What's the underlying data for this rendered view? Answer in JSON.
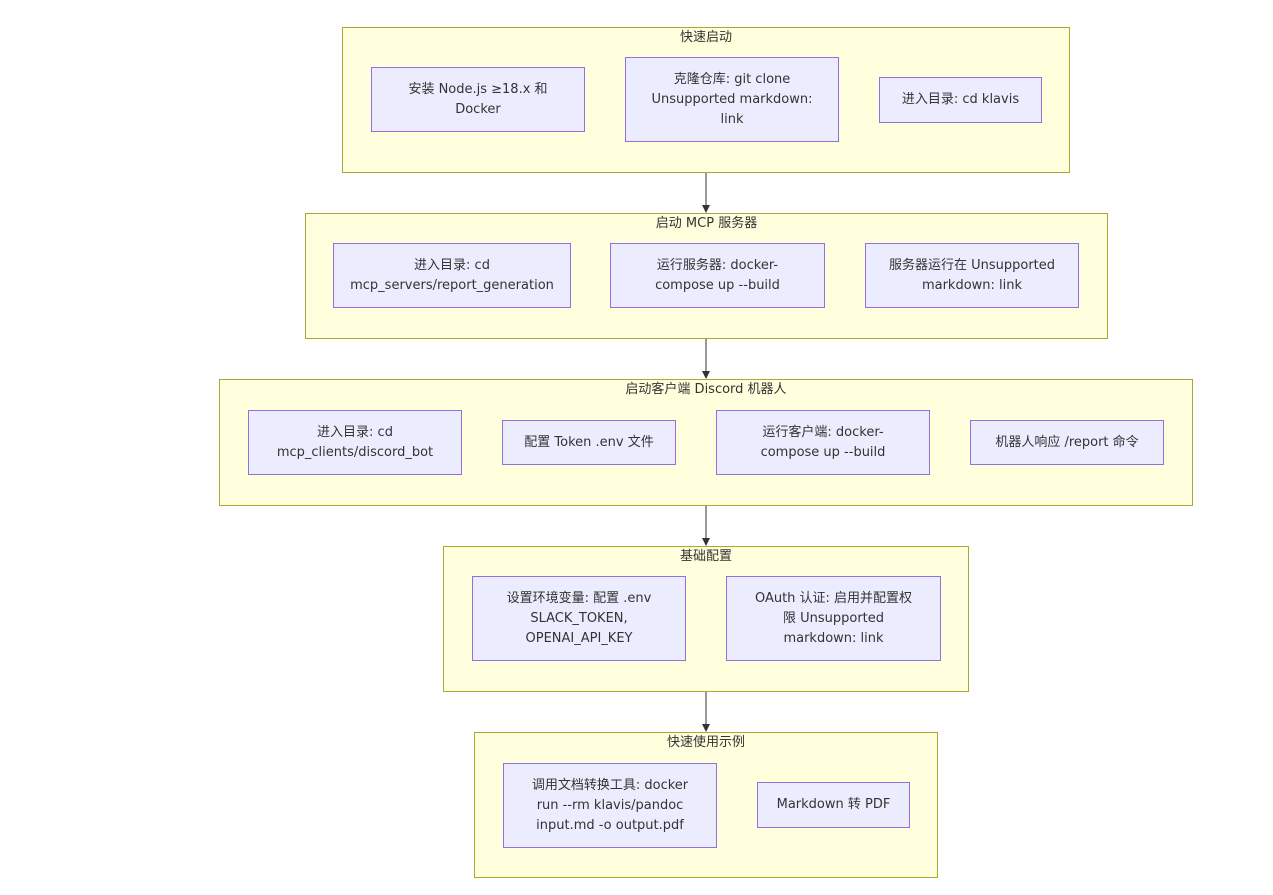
{
  "clusters": {
    "quick_start": {
      "title": "快速启动",
      "nodes": [
        "安装 Node.js ≥18.x 和\nDocker",
        "克隆仓库: git clone\nUnsupported markdown:\nlink",
        "进入目录: cd klavis"
      ]
    },
    "start_mcp": {
      "title": "启动 MCP 服务器",
      "nodes": [
        "进入目录: cd\nmcp_servers/report_generation",
        "运行服务器: docker-\ncompose up --build",
        "服务器运行在 Unsupported\nmarkdown: link"
      ]
    },
    "start_client": {
      "title": "启动客户端 Discord 机器人",
      "nodes": [
        "进入目录: cd\nmcp_clients/discord_bot",
        "配置 Token .env 文件",
        "运行客户端: docker-\ncompose up --build",
        "机器人响应 /report 命令"
      ]
    },
    "basic_config": {
      "title": "基础配置",
      "nodes": [
        "设置环境变量: 配置 .env\nSLACK_TOKEN,\nOPENAI_API_KEY",
        "OAuth 认证: 启用并配置权\n限 Unsupported\nmarkdown: link"
      ]
    },
    "usage_example": {
      "title": "快速使用示例",
      "nodes": [
        "调用文档转换工具: docker\nrun --rm klavis/pandoc\ninput.md -o output.pdf",
        "Markdown 转 PDF"
      ]
    }
  },
  "colors": {
    "cluster_fill": "#ffffde",
    "cluster_border": "#aaaa33",
    "node_fill": "#ececff",
    "node_border": "#9370db",
    "edge": "#333333",
    "text": "#333333"
  }
}
